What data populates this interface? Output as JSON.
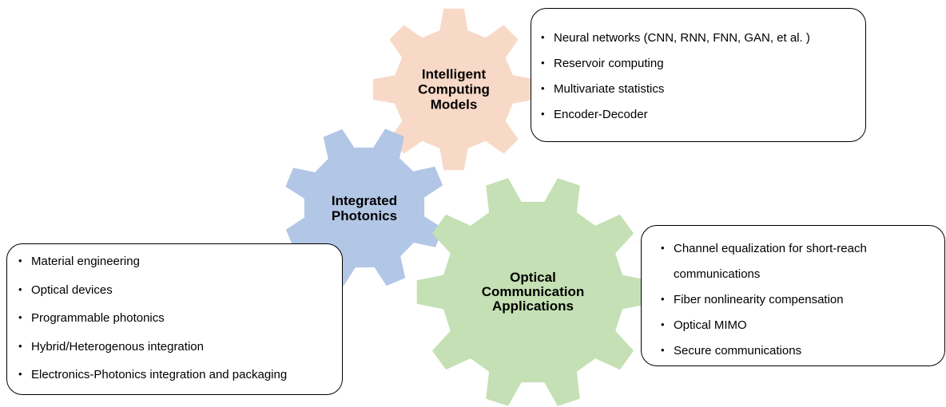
{
  "colors": {
    "computing_gear": "#F8D9C8",
    "photonics_gear": "#B2C6E6",
    "optical_gear": "#C5E0B4",
    "box_border": "#000000"
  },
  "gears": {
    "computing": {
      "lines": [
        "Intelligent",
        "Computing",
        "Models"
      ]
    },
    "photonics": {
      "lines": [
        "Integrated",
        "Photonics"
      ]
    },
    "optical": {
      "lines": [
        "Optical",
        "Communication",
        "Applications"
      ]
    }
  },
  "boxes": {
    "computing": {
      "items": [
        "Neural networks (CNN, RNN, FNN, GAN, et al. )",
        "Reservoir computing",
        "Multivariate statistics",
        "Encoder-Decoder"
      ]
    },
    "photonics": {
      "items": [
        "Material engineering",
        "Optical devices",
        "Programmable photonics",
        "Hybrid/Heterogenous integration",
        "Electronics-Photonics integration and packaging"
      ]
    },
    "optical": {
      "items": [
        "Channel equalization for short-reach",
        "communications",
        "Fiber nonlinearity compensation",
        "Optical MIMO",
        "Secure communications"
      ]
    }
  }
}
